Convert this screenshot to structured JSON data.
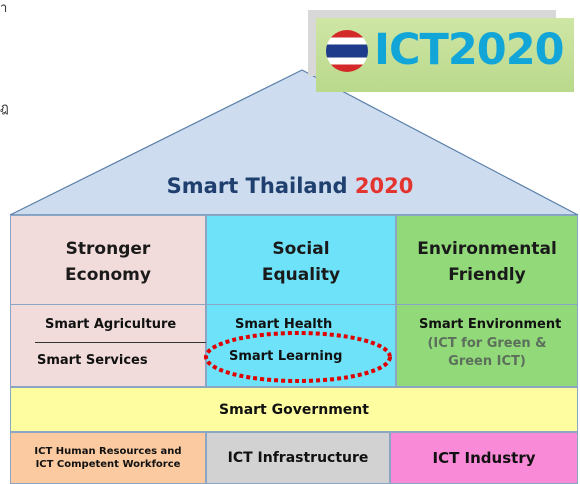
{
  "corner_marks": [
    "า",
    "ฎ"
  ],
  "logo": {
    "text": "ICT2020"
  },
  "roof": {
    "title": "Smart Thailand",
    "title_year": "2020"
  },
  "pillars": [
    {
      "heading_line1": "Stronger",
      "heading_line2": "Economy",
      "items": [
        "Smart Agriculture",
        "Smart Services"
      ]
    },
    {
      "heading_line1": "Social",
      "heading_line2": "Equality",
      "items": [
        "Smart Health",
        "Smart Learning"
      ]
    },
    {
      "heading_line1": "Environmental",
      "heading_line2": "Friendly",
      "items": [
        "Smart Environment",
        "(ICT for Green &",
        "Green ICT)"
      ]
    }
  ],
  "government_band": "Smart Government",
  "foundation": [
    {
      "line1": "ICT Human Resources and",
      "line2": "ICT Competent Workforce"
    },
    {
      "line1": "ICT Infrastructure"
    },
    {
      "line1": "ICT Industry"
    }
  ],
  "colors": {
    "roof_fill": "#cddcef",
    "economy": "#f2dcdb",
    "equality": "#6ee2f8",
    "environment": "#92d97a",
    "government": "#fefea0",
    "hr": "#fbcaa0",
    "infrastructure": "#d2d2d2",
    "industry": "#f98ad8",
    "highlight": "#e00000"
  }
}
